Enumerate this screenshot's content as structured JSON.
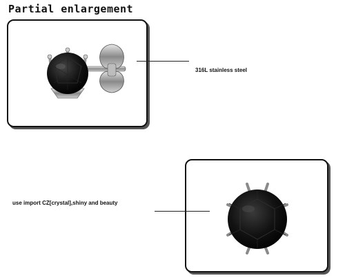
{
  "heading": "Partial enlargement",
  "callouts": {
    "material_label": "316L stainless steel",
    "stone_label": "use import CZ[crystal],shiny and beauty"
  },
  "colors": {
    "frame_border": "#111111",
    "stone": "#0a0a0a",
    "steel": "#9a9a9a"
  }
}
